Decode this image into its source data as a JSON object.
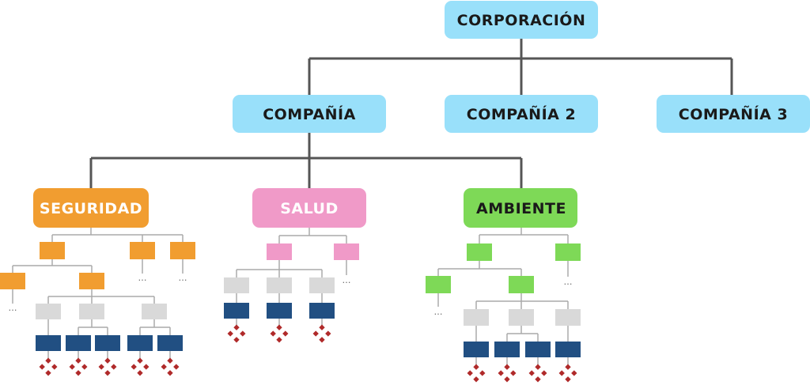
{
  "nodes": {
    "root": "CORPORACIÓN",
    "companies": [
      "COMPAÑÍA",
      "COMPAÑÍA 2",
      "COMPAÑÍA 3"
    ],
    "areas": [
      "SEGURIDAD",
      "SALUD",
      "AMBIENTE"
    ]
  },
  "ellipsis": "…",
  "colors": {
    "company": "#99e0fa",
    "seguridad": "#f19d30",
    "salud": "#f09ac8",
    "ambiente": "#7ed957",
    "gray_box": "#d9d9d9",
    "navy_box": "#214f82",
    "diamond": "#b02a2a",
    "connector": "#555555",
    "thin_connector": "#aaaaaa"
  },
  "icons": {
    "leaf_marker": "diamond-cluster-icon"
  }
}
